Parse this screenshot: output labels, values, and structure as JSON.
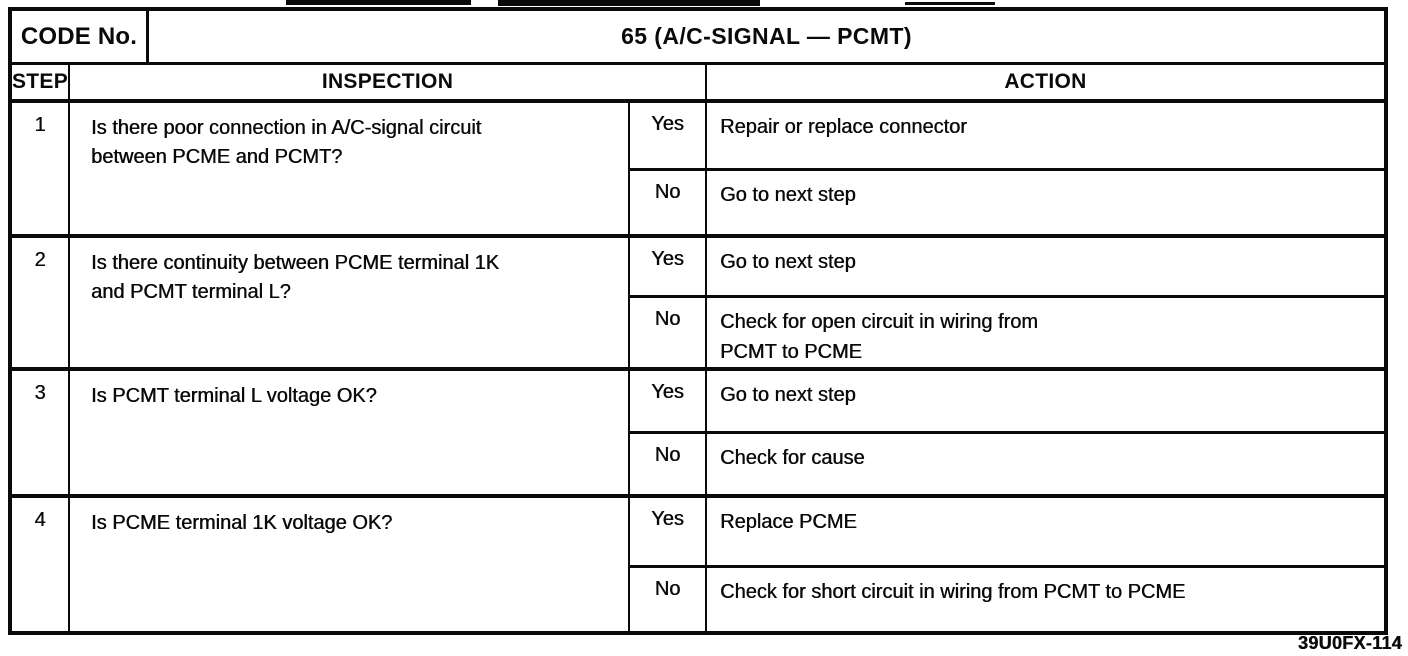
{
  "document": {
    "code_label": "CODE No.",
    "title": "65 (A/C-SIGNAL — PCMT)",
    "footer_ref": "39U0FX-114"
  },
  "table": {
    "headers": {
      "step": "STEP",
      "inspection": "INSPECTION",
      "action": "ACTION"
    },
    "rows": [
      {
        "step": "1",
        "inspection_lines": [
          "Is there poor connection in A/C-signal circuit",
          "between PCME and PCMT?"
        ],
        "branches": [
          {
            "answer": "Yes",
            "action_lines": [
              "Repair or replace connector"
            ]
          },
          {
            "answer": "No",
            "action_lines": [
              "Go to next step"
            ]
          }
        ]
      },
      {
        "step": "2",
        "inspection_lines": [
          "Is there continuity between PCME terminal 1K",
          "and PCMT terminal L?"
        ],
        "branches": [
          {
            "answer": "Yes",
            "action_lines": [
              "Go to next step"
            ]
          },
          {
            "answer": "No",
            "action_lines": [
              "Check for open circuit in wiring from",
              "PCMT to PCME"
            ]
          }
        ]
      },
      {
        "step": "3",
        "inspection_lines": [
          "Is PCMT terminal L voltage OK?"
        ],
        "branches": [
          {
            "answer": "Yes",
            "action_lines": [
              "Go to next step"
            ]
          },
          {
            "answer": "No",
            "action_lines": [
              "Check for cause"
            ]
          }
        ]
      },
      {
        "step": "4",
        "inspection_lines": [
          "Is PCME terminal 1K voltage OK?"
        ],
        "branches": [
          {
            "answer": "Yes",
            "action_lines": [
              "Replace PCME"
            ]
          },
          {
            "answer": "No",
            "action_lines": [
              "Check for short circuit in wiring from PCMT to PCME"
            ]
          }
        ]
      }
    ]
  }
}
